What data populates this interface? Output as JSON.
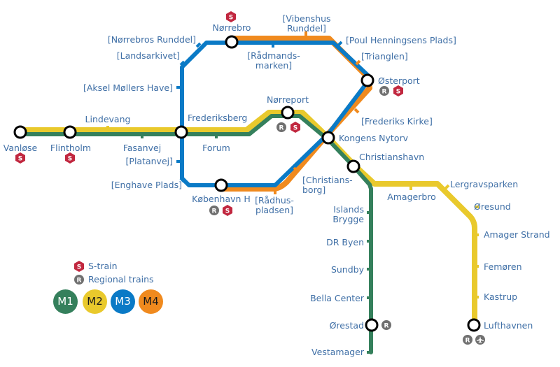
{
  "lines": [
    {
      "id": "M1",
      "label": "M1",
      "color": "#35805c",
      "text_color": "#ffffff"
    },
    {
      "id": "M2",
      "label": "M2",
      "color": "#e9c92c",
      "text_color": "#1a1a1a"
    },
    {
      "id": "M3",
      "label": "M3",
      "color": "#0a7ac6",
      "text_color": "#ffffff"
    },
    {
      "id": "M4",
      "label": "M4",
      "color": "#f08a1e",
      "text_color": "#1a1a1a"
    }
  ],
  "stations": {
    "vanlose": "Vanløse",
    "flintholm": "Flintholm",
    "lindevang": "Lindevang",
    "fasanvej": "Fasanvej",
    "frederiksberg": "Frederiksberg",
    "forum": "Forum",
    "norreport": "Nørreport",
    "kongens_nytorv": "Kongens Nytorv",
    "christianshavn": "Christianshavn",
    "islands_brygge": "Islands\nBrygge",
    "dr_byen": "DR Byen",
    "sundby": "Sundby",
    "bella_center": "Bella Center",
    "orestad": "Ørestad",
    "vestamager": "Vestamager",
    "amagerbro": "Amagerbro",
    "lergravsparken": "Lergravsparken",
    "oresund": "Øresund",
    "amager_strand": "Amager Strand",
    "femoren": "Femøren",
    "kastrup": "Kastrup",
    "lufthavnen": "Lufthavnen",
    "norrebro": "Nørrebro",
    "norrebros_runddel": "[Nørrebros Runddel]",
    "landsarkivet": "[Landsarkivet]",
    "aksel_mollers_have": "[Aksel Møllers Have]",
    "platanvej": "[Platanvej]",
    "enghave_plads": "[Enghave Plads]",
    "kobenhavn_h": "København H",
    "radhuspladsen": "[Rådhus-\npladsen]",
    "christiansborg": "[Christians-\nborg]",
    "frederiks_kirke": "[Frederiks Kirke]",
    "osterport": "Østerport",
    "trianglen": "[Trianglen]",
    "poul_henningsens_plads": "[Poul Henningsens Plads]",
    "vibenshus_runddel": "[Vibenshus\nRunddel]",
    "radmandsmarken": "[Rådmands-\nmarken]"
  },
  "legend": {
    "strain_label": "S-train",
    "regional_label": "Regional trains",
    "strain_icon_letter": "S",
    "regional_icon_letter": "R"
  },
  "colors": {
    "label_text": "#3f6fa6",
    "strain_icon": "#c1273f",
    "regional_icon": "#707070"
  }
}
